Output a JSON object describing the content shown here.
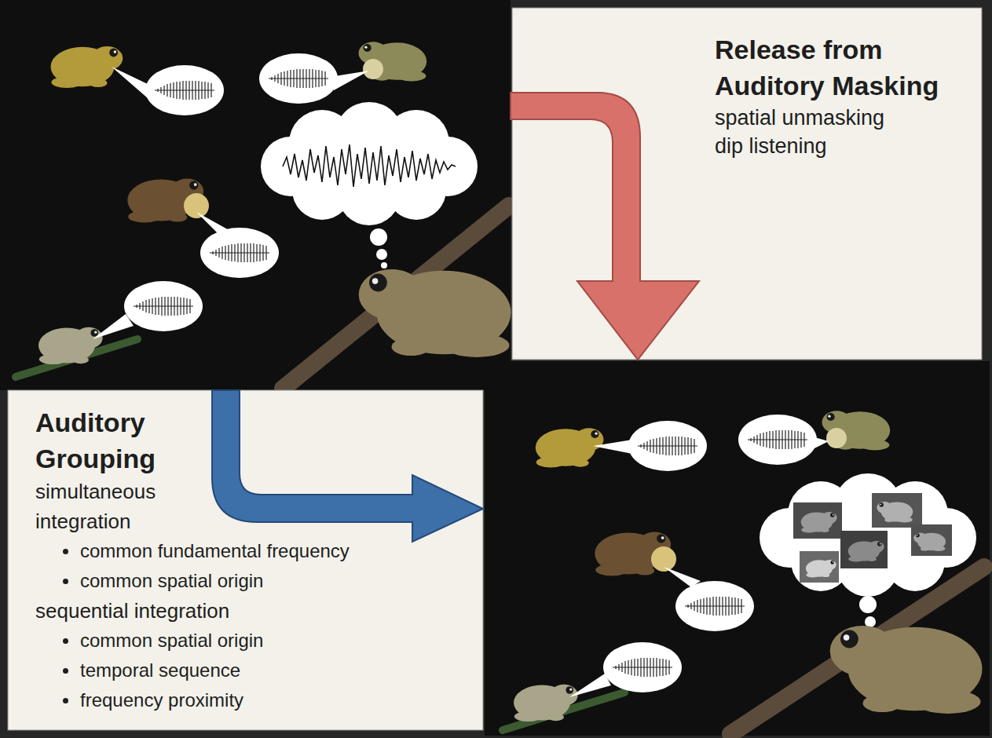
{
  "diagram": {
    "nodes": [
      {
        "text": [
          "Release from Auditory Masking",
          "spatial unmasking",
          "dip listening"
        ]
      },
      {
        "text": [
          "Auditory Grouping",
          "simultaneous integration",
          "common fundamental frequency",
          "common spatial origin",
          "sequential integration",
          "common spatial origin",
          "temporal sequence",
          "frequency proximity"
        ]
      }
    ]
  }
}
